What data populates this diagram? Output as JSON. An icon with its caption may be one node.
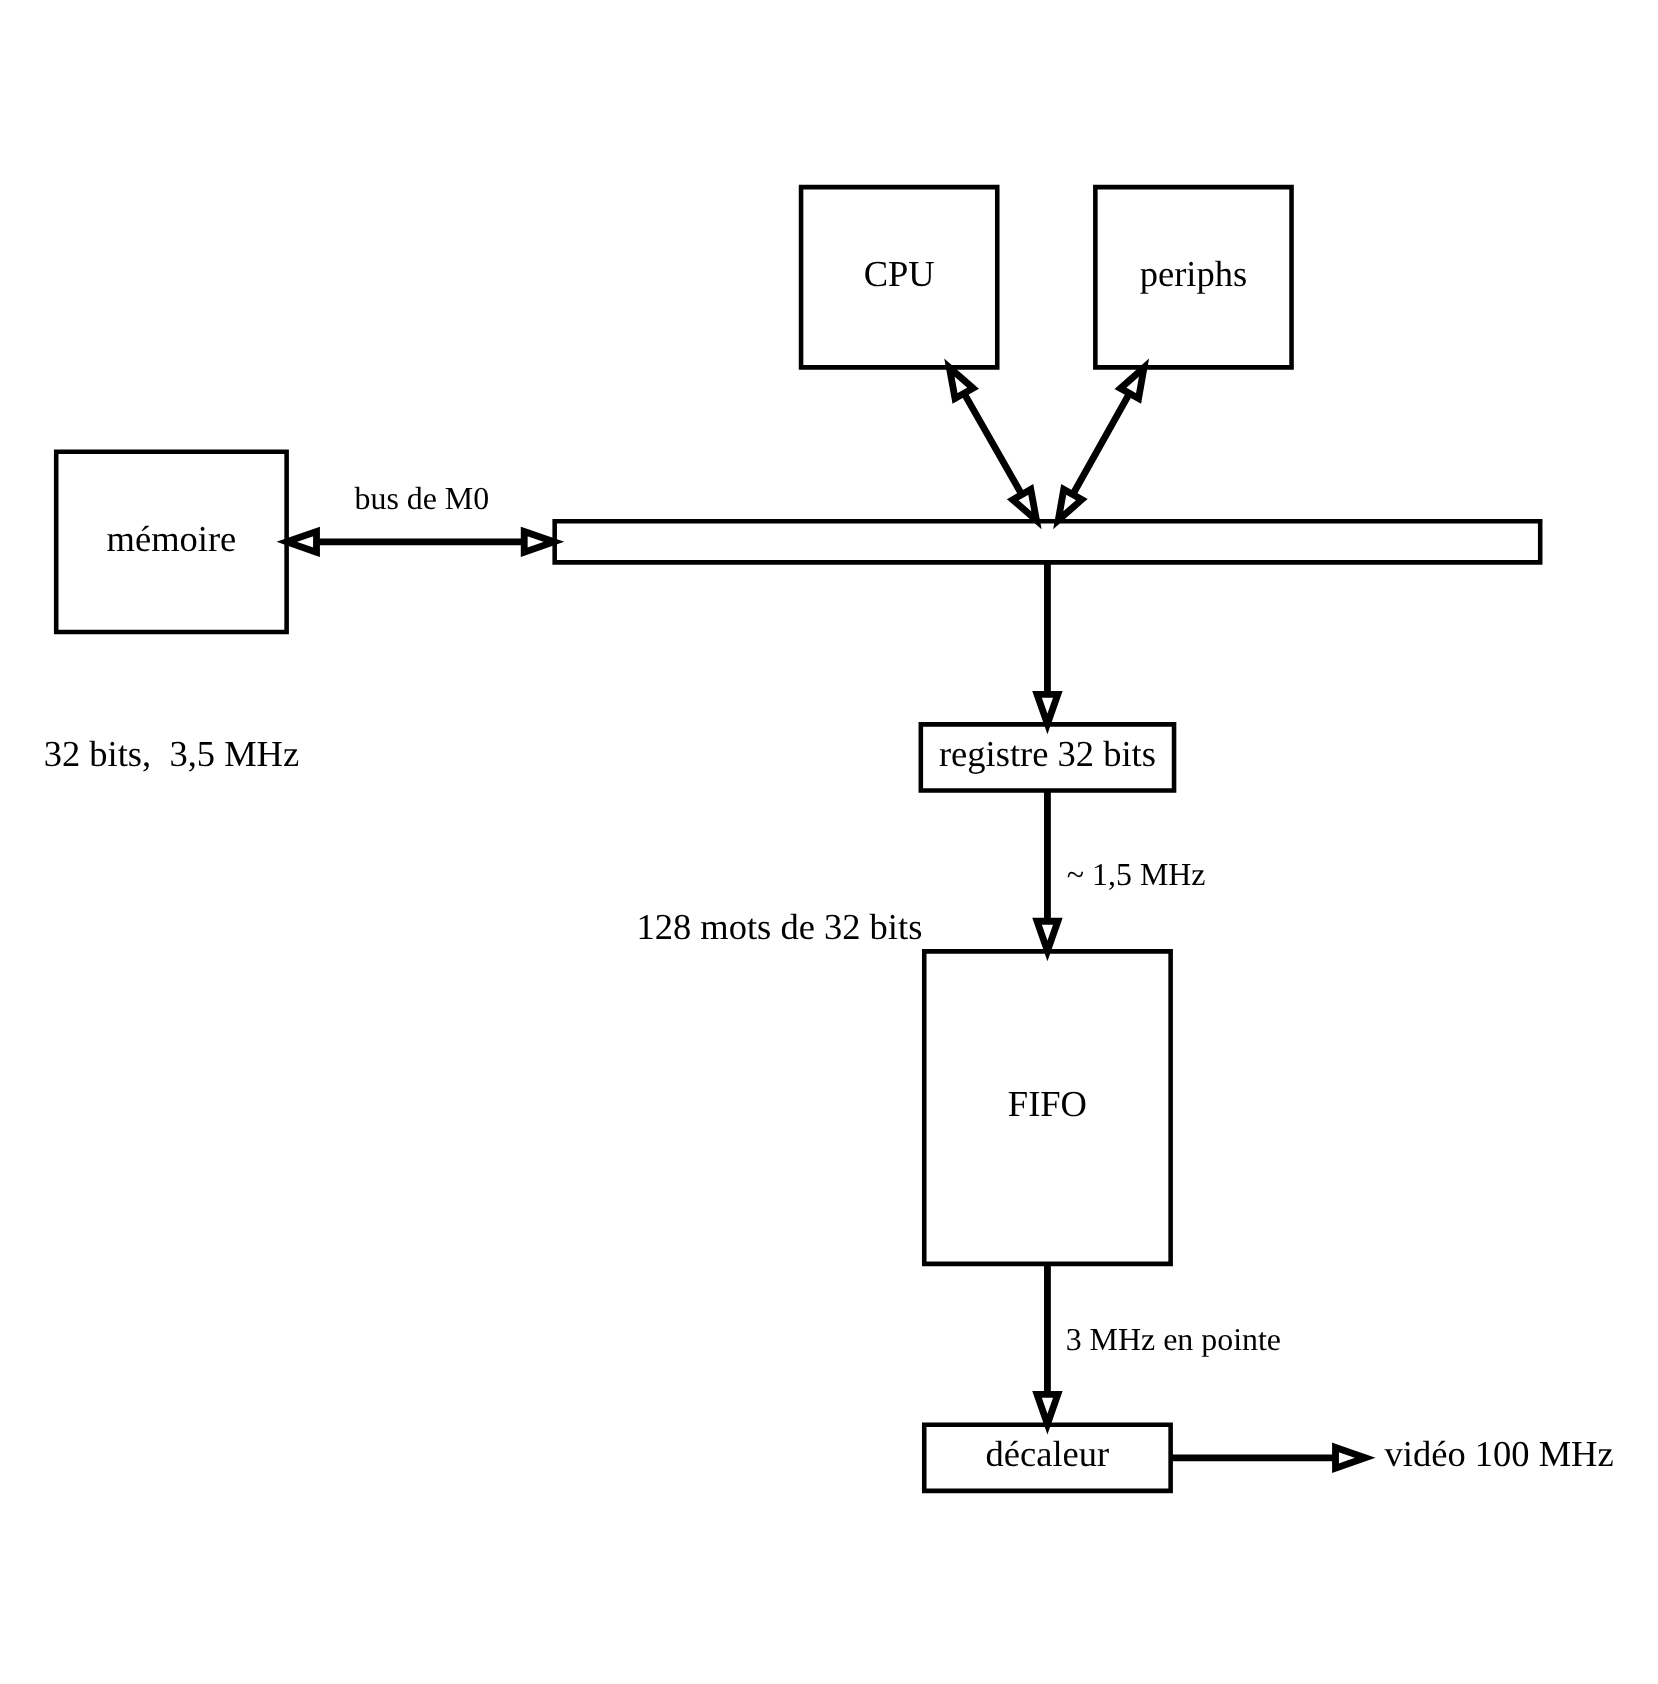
{
  "diagram": {
    "nodes": [
      {
        "text": [
          "CPU"
        ]
      },
      {
        "text": [
          "periphs"
        ]
      },
      {
        "text": [
          "mémoire"
        ]
      },
      {
        "text": [],
        "shape": "bar"
      },
      {
        "text": [
          "registre 32 bits"
        ]
      },
      {
        "text": [
          "FIFO"
        ],
        "beside": [
          "128 mots de 32 bits"
        ]
      },
      {
        "text": [
          "décaleur"
        ]
      },
      {
        "text": [
          "vidéo 100 MHz"
        ]
      }
    ],
    "edges": [
      {
        "from": 0,
        "to": 3,
        "arrow": "both"
      },
      {
        "from": 1,
        "to": 3,
        "arrow": "both"
      },
      {
        "from": 2,
        "to": 3,
        "arrow": "both",
        "label": "bus de M0"
      },
      {
        "from": 3,
        "to": 4,
        "arrow": "to"
      },
      {
        "from": 4,
        "to": 5,
        "arrow": "to",
        "label": "~ 1,5 MHz"
      },
      {
        "from": 5,
        "to": 6,
        "arrow": "to",
        "label": "3 MHz en pointe"
      },
      {
        "from": 6,
        "to": 7,
        "arrow": "to"
      }
    ],
    "labels": [
      "32 bits,  3,5 MHz"
    ]
  }
}
